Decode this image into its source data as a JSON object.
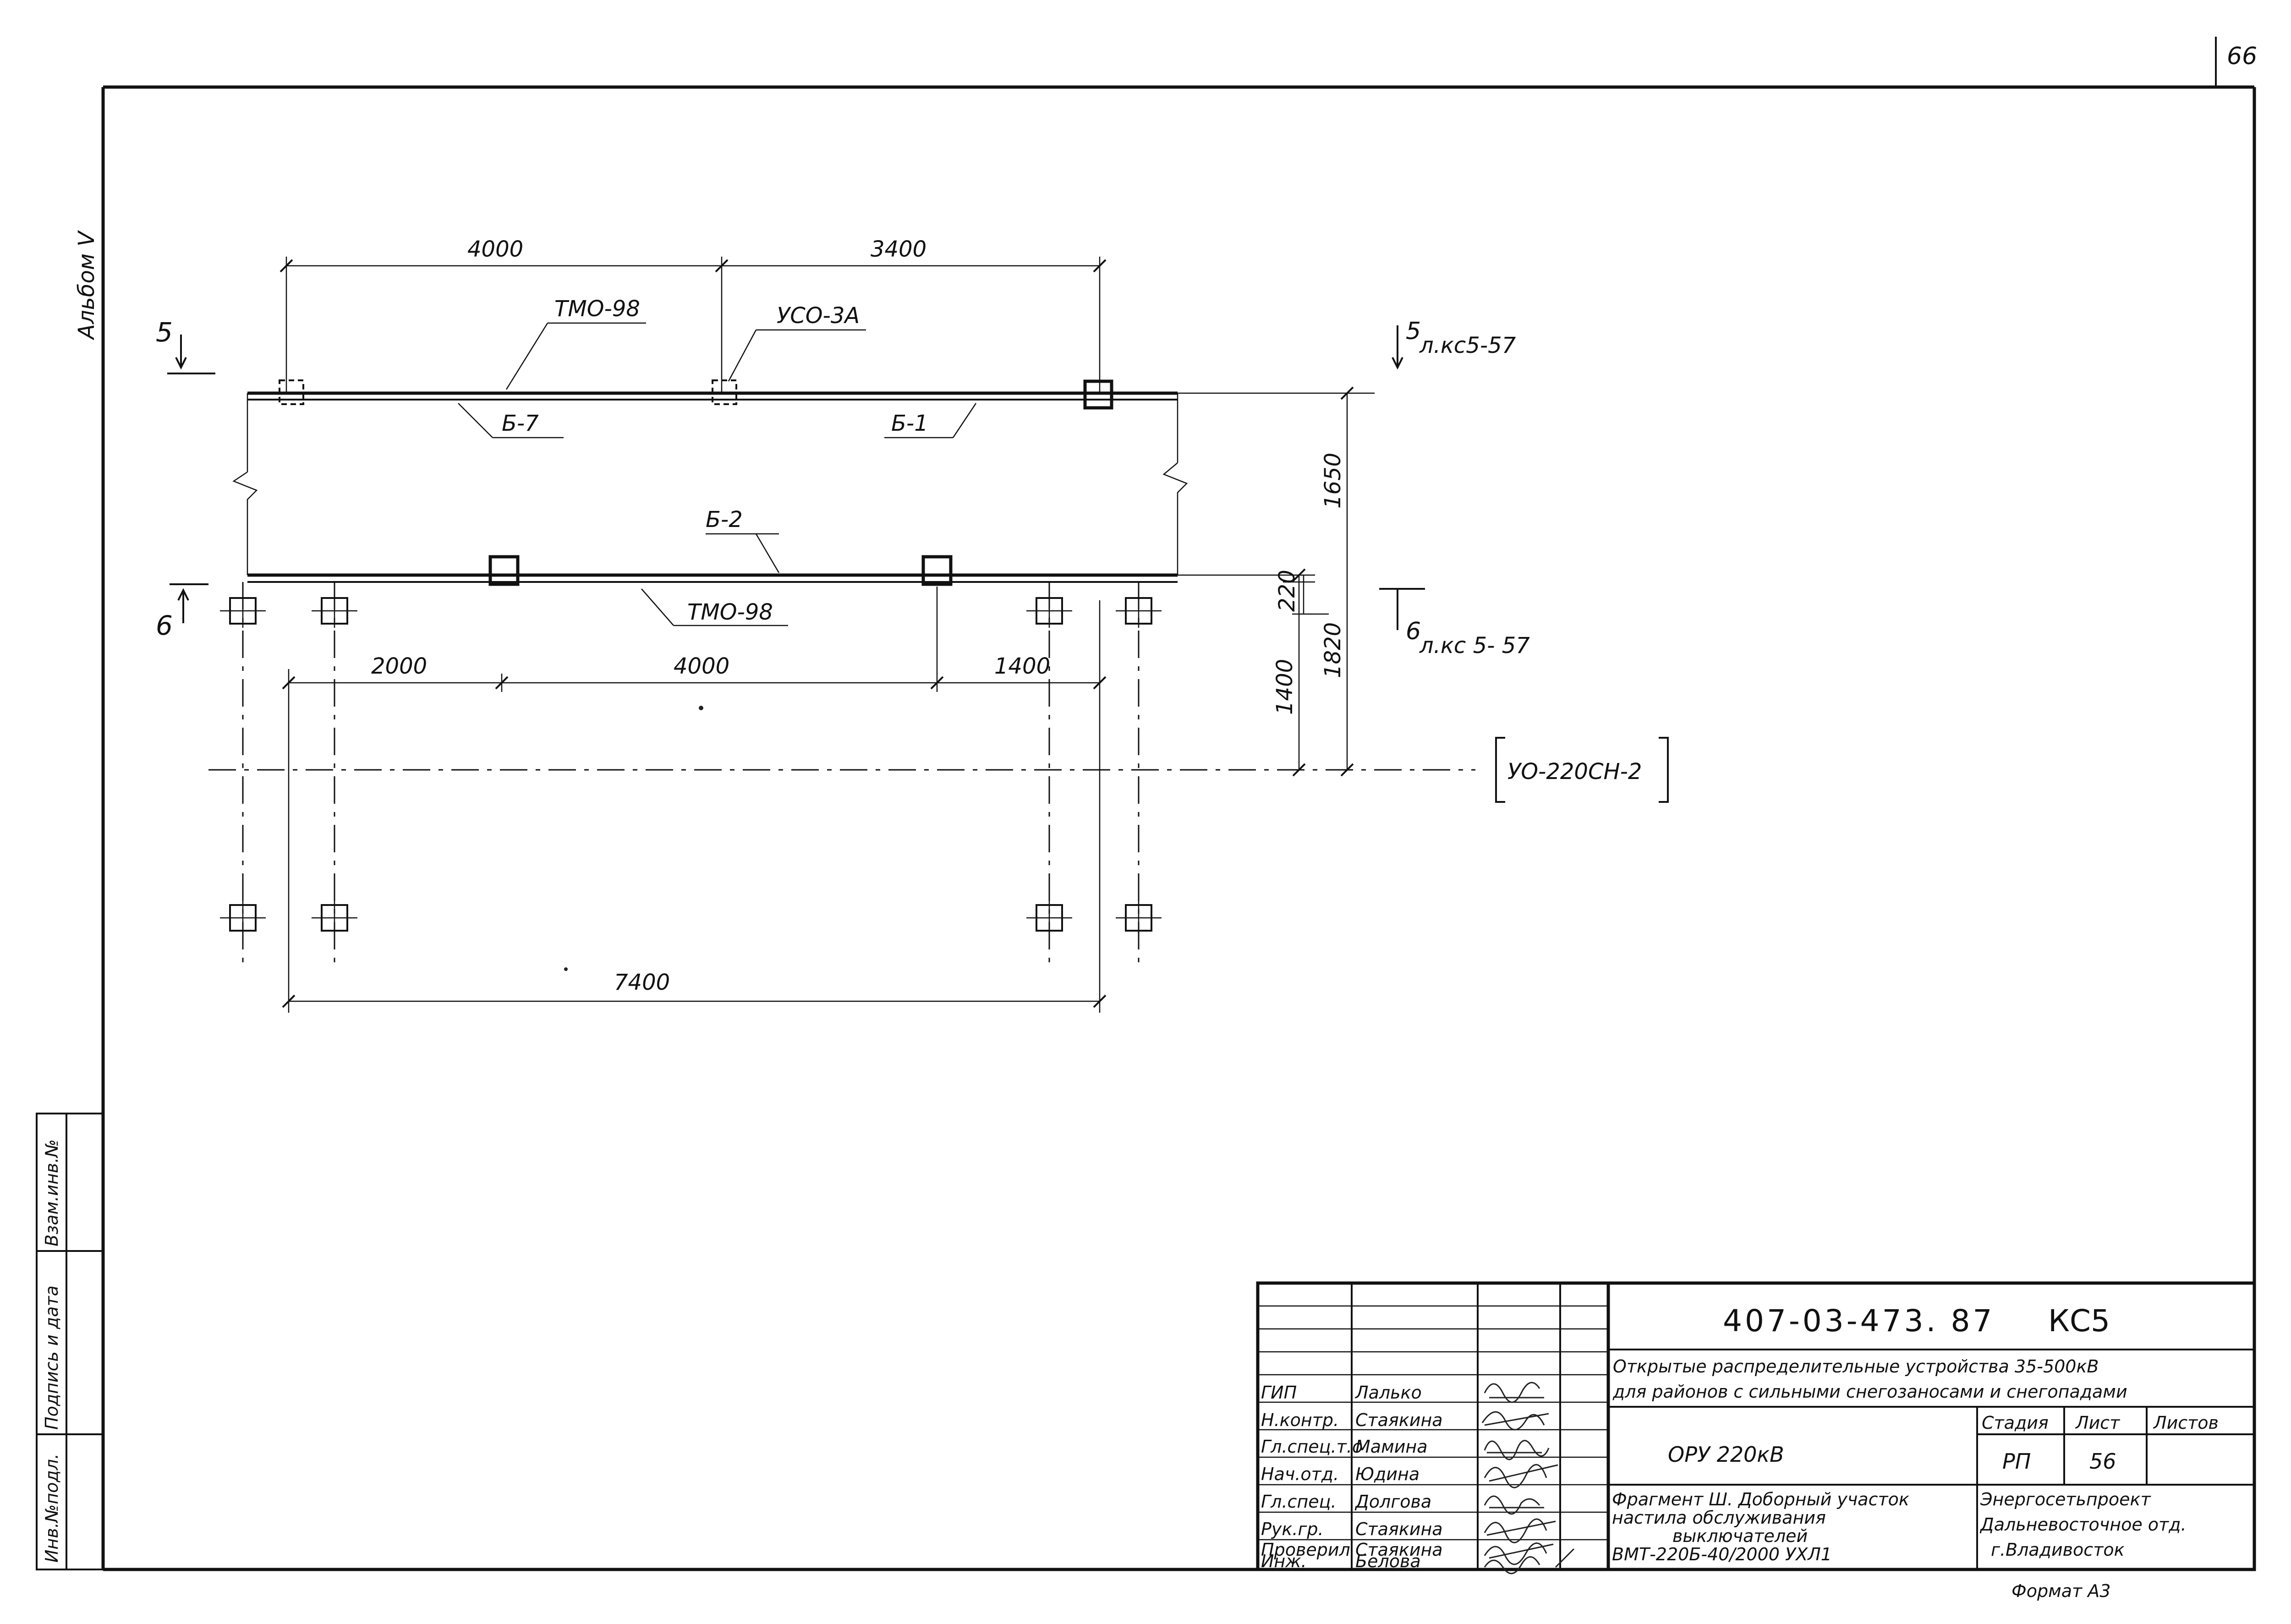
{
  "page_number": "66",
  "album_label": "Альбом V",
  "dimensions": {
    "top_span_1": "4000",
    "top_span_2": "3400",
    "bottom_span_1": "2000",
    "bottom_span_2": "4000",
    "bottom_span_3": "1400",
    "overall_span": "7400",
    "vert_1650": "1650",
    "vert_1820": "1820",
    "vert_1400": "1400",
    "vert_220": "220"
  },
  "labels": {
    "tmo_top": "ТМО-98",
    "uso": "УСО-3А",
    "b7": "Б-7",
    "b1": "Б-1",
    "b2": "Б-2",
    "tmo_bottom": "ТМО-98",
    "equipment": "УО-220СН-2"
  },
  "sections": {
    "s5_left": "5",
    "s5_right": "5",
    "s5_ref": "л.кс5-57",
    "s6_left": "6",
    "s6_right": "6",
    "s6_ref": "л.кс 5- 57"
  },
  "side_stamp": {
    "inv_orig": "Инв.№подл.",
    "sign_date": "Подпись и дата",
    "replace_inv": "Взам.инв.№"
  },
  "title_block": {
    "doc_code": "407-03-473. 87",
    "set_code": "КС5",
    "project_title_1": "Открытые распределительные устройства 35-500кВ",
    "project_title_2": "для районов с сильными снегозаносами и снегопадами",
    "object": "ОРУ 220кВ",
    "stage_header": "Стадия",
    "sheet_header": "Лист",
    "sheets_header": "Листов",
    "stage": "РП",
    "sheet": "56",
    "sheets": "",
    "drawing_title_1": "Фрагмент Ш. Доборный участок",
    "drawing_title_2": "настила обслуживания",
    "drawing_title_3": "выключателей",
    "drawing_title_4": "ВМТ-220Б-40/2000 УХЛ1",
    "org_1": "Энергосетьпроект",
    "org_2": "Дальневосточное отд.",
    "org_3": "г.Владивосток",
    "format": "Формат А3",
    "staff": [
      {
        "role": "ГИП",
        "name": "Лалько"
      },
      {
        "role": "Н.контр.",
        "name": "Стаякина"
      },
      {
        "role": "Гл.спец.т.о",
        "name": "Мамина"
      },
      {
        "role": "Нач.отд.",
        "name": "Юдина"
      },
      {
        "role": "Гл.спец.",
        "name": "Долгова"
      },
      {
        "role": "Рук.гр.",
        "name": "Стаякина"
      },
      {
        "role": "Проверил",
        "name": "Стаякина"
      },
      {
        "role": "Инж.",
        "name": "Белова"
      }
    ]
  }
}
